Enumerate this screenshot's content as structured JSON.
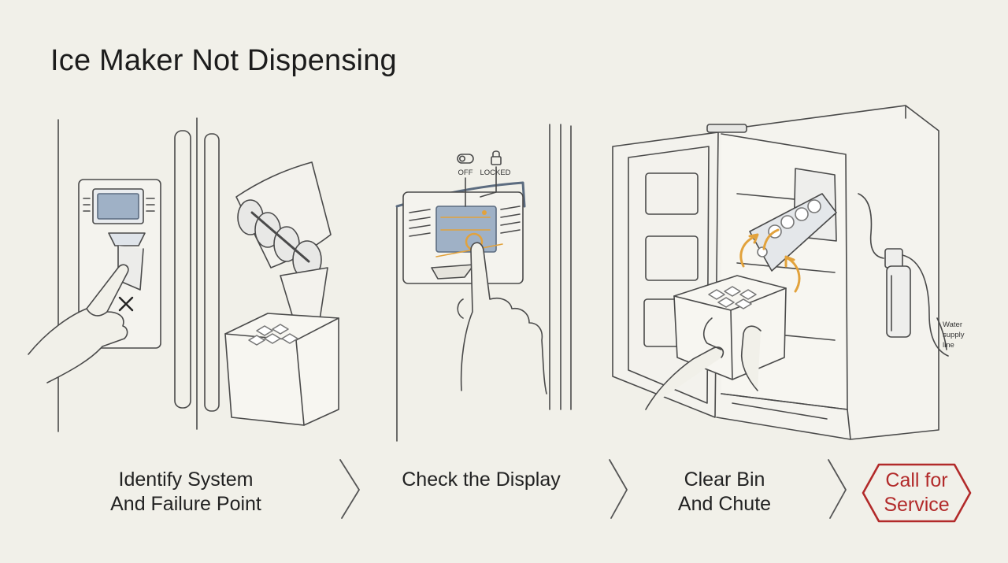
{
  "title": "Ice Maker Not Dispensing",
  "panel2": {
    "off_label": "OFF",
    "locked_label": "LOCKED"
  },
  "panel3": {
    "water_label_1": "Water",
    "water_label_2": "supply",
    "water_label_3": "line"
  },
  "steps": [
    {
      "line1": "Identify System",
      "line2": "And Failure Point"
    },
    {
      "line1": "Check the Display",
      "line2": ""
    },
    {
      "line1": "Clear Bin",
      "line2": "And Chute"
    }
  ],
  "service": {
    "line1": "Call for",
    "line2": "Service"
  },
  "colors": {
    "accent": "#e2a23c",
    "service_red": "#b22a2a",
    "line": "#4a4a4a",
    "screen": "#9fb1c6"
  }
}
